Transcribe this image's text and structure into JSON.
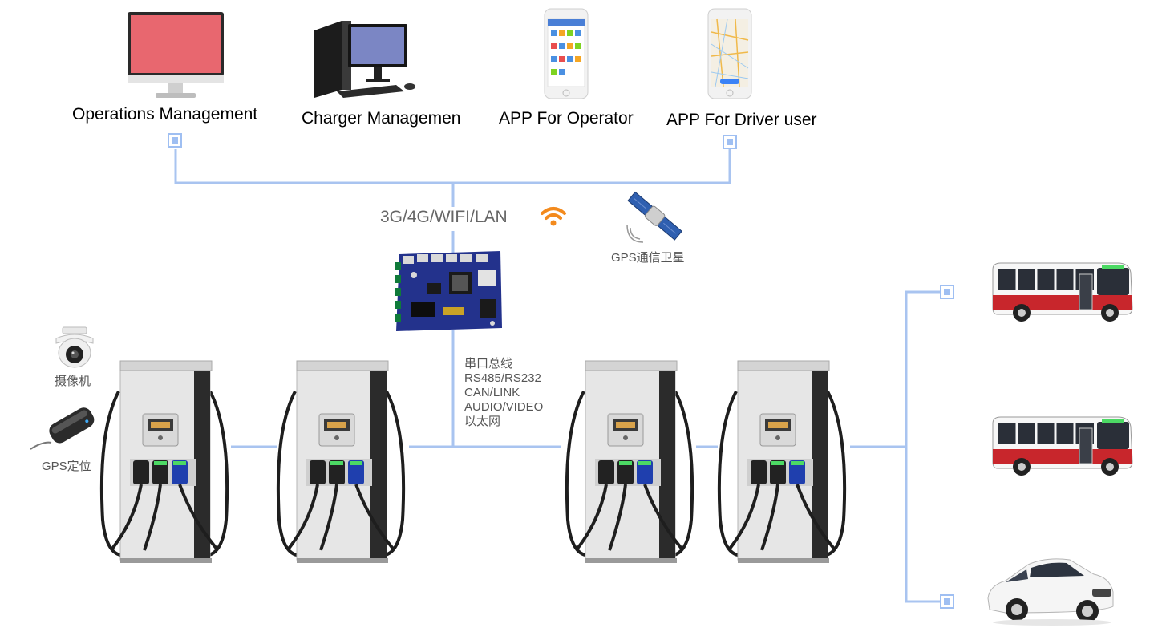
{
  "devices": {
    "operations": {
      "label": "Operations Management",
      "icon": "desktop-monitor-icon"
    },
    "charger_mgmt": {
      "label": "Charger Managemen",
      "icon": "desktop-computer-icon"
    },
    "app_operator": {
      "label": "APP For Operator",
      "icon": "smartphone-icon"
    },
    "app_driver": {
      "label": "APP For Driver user",
      "icon": "smartphone-map-icon"
    }
  },
  "network": {
    "label": "3G/4G/WIFI/LAN",
    "wifi_icon": "wifi-icon",
    "gps_satellite_label": "GPS通信卫星",
    "satellite_icon": "satellite-icon",
    "controller_icon": "circuit-board-icon"
  },
  "bus": {
    "lines": [
      "串口总线",
      "RS485/RS232",
      "CAN/LINK",
      "AUDIO/VIDEO",
      "以太网"
    ]
  },
  "peripherals": {
    "camera_label": "摄像机",
    "camera_icon": "security-camera-icon",
    "gps_label": "GPS定位",
    "gps_icon": "gps-tracker-icon"
  },
  "chargers": {
    "count": 4,
    "icon": "ev-charging-station-icon"
  },
  "vehicles": [
    {
      "icon": "bus-icon"
    },
    {
      "icon": "bus-icon"
    },
    {
      "icon": "car-icon"
    }
  ],
  "colors": {
    "wire": "#a9c4f0",
    "node": "#9fbff2",
    "wifi": "#f38a1d",
    "monitor_screen": "#e8676f",
    "bus_red": "#c8262c",
    "charger_body": "#e6e6e6",
    "charger_dark": "#2b2b2b",
    "board_blue": "#23328c"
  }
}
